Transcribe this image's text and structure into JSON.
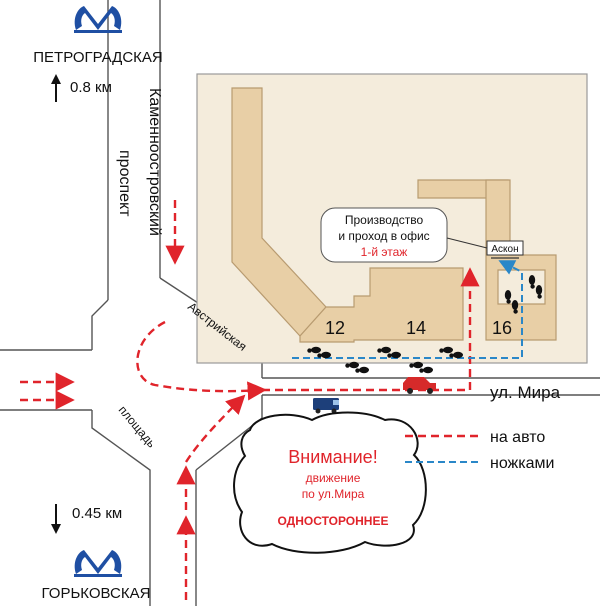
{
  "metro": {
    "north": {
      "station": "ПЕТРОГРАДСКАЯ",
      "distance": "0.8 км",
      "logo": "M"
    },
    "south": {
      "station": "ГОРЬКОВСКАЯ",
      "distance": "0.45 км",
      "logo": "M"
    }
  },
  "streets": {
    "kamennoostrovsky_line1": "Каменноостровский",
    "kamennoostrovsky_line2": "проспект",
    "avstriyskaya": "Австрийская",
    "mira": "ул. Мира",
    "square": "площадь"
  },
  "buildings": {
    "b12": "12",
    "b14": "14",
    "b16": "16",
    "company": "Аскон"
  },
  "callout": {
    "line1": "Производство",
    "line2": "и проход в офис",
    "floor": "1-й этаж"
  },
  "warning": {
    "title": "Внимание!",
    "line1": "движение",
    "line2": "по ул.Мира",
    "line3": "ОДНОСТОРОННЕЕ"
  },
  "legend": {
    "car": "на авто",
    "walk": "ножками"
  },
  "colors": {
    "route_car": "#e0242b",
    "route_walk": "#2a87c8",
    "metro_blue": "#1f4fa3",
    "building": "#e8cfa6",
    "block": "#f4ecdc",
    "warning_red": "#e0242b"
  },
  "icons": [
    "metro-logo-icon",
    "arrow-up-icon",
    "arrow-down-icon",
    "car-icon",
    "van-icon",
    "footprint-icon"
  ]
}
